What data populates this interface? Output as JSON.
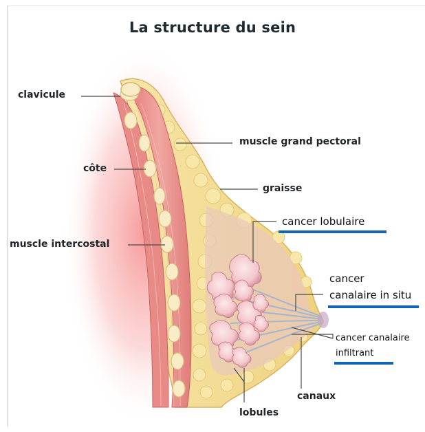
{
  "title": "La structure du sein",
  "labels": {
    "clavicule": "clavicule",
    "cote": "côte",
    "muscle_intercostal": "muscle intercostal",
    "muscle_grand_pectoral": "muscle grand pectoral",
    "graisse": "graisse",
    "canaux": "canaux",
    "lobules": "lobules"
  },
  "annotations": {
    "cancer_lobulaire": "cancer lobulaire",
    "cancer_canalaire_in_situ_line1": "cancer",
    "cancer_canalaire_in_situ_line2": "canalaire in situ",
    "cancer_canalaire_infiltrant_line1": "cancer canalaire",
    "cancer_canalaire_infiltrant_line2": "infiltrant"
  },
  "colors": {
    "underline": "#1464b4",
    "fat": "#f2d98c",
    "muscle": "#e38c8c",
    "glow": "#f36b6b"
  }
}
